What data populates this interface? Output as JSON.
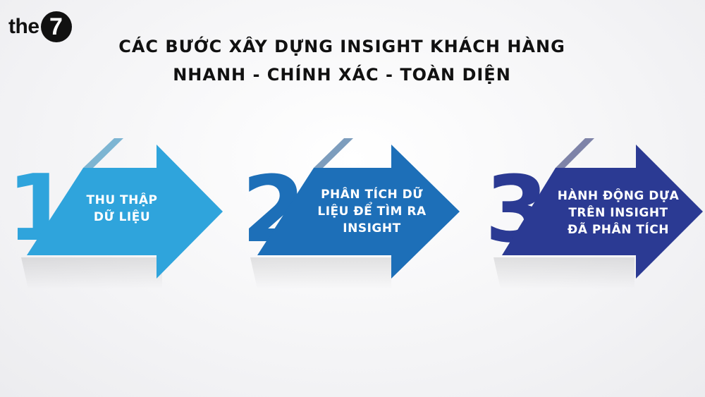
{
  "logo": {
    "text": "the",
    "badge": "7"
  },
  "title": {
    "line1": "CÁC BƯỚC XÂY DỰNG INSIGHT KHÁCH HÀNG",
    "line2": "NHANH - CHÍNH XÁC - TOÀN DIỆN"
  },
  "steps": [
    {
      "number": "1",
      "line1": "THU THẬP",
      "line2": "DỮ LIỆU",
      "line3": "",
      "color": "#2fa4dc",
      "number_color": "#2fa4dc"
    },
    {
      "number": "2",
      "line1": "PHÂN TÍCH DỮ",
      "line2": "LIỆU ĐỂ TÌM RA",
      "line3": "INSIGHT",
      "color": "#1d6fb8",
      "number_color": "#1d6fb8"
    },
    {
      "number": "3",
      "line1": "HÀNH ĐỘNG DỰA",
      "line2": "TRÊN INSIGHT",
      "line3": "ĐÃ PHÂN TÍCH",
      "color": "#2b3a93",
      "number_color": "#2b3a93"
    }
  ]
}
